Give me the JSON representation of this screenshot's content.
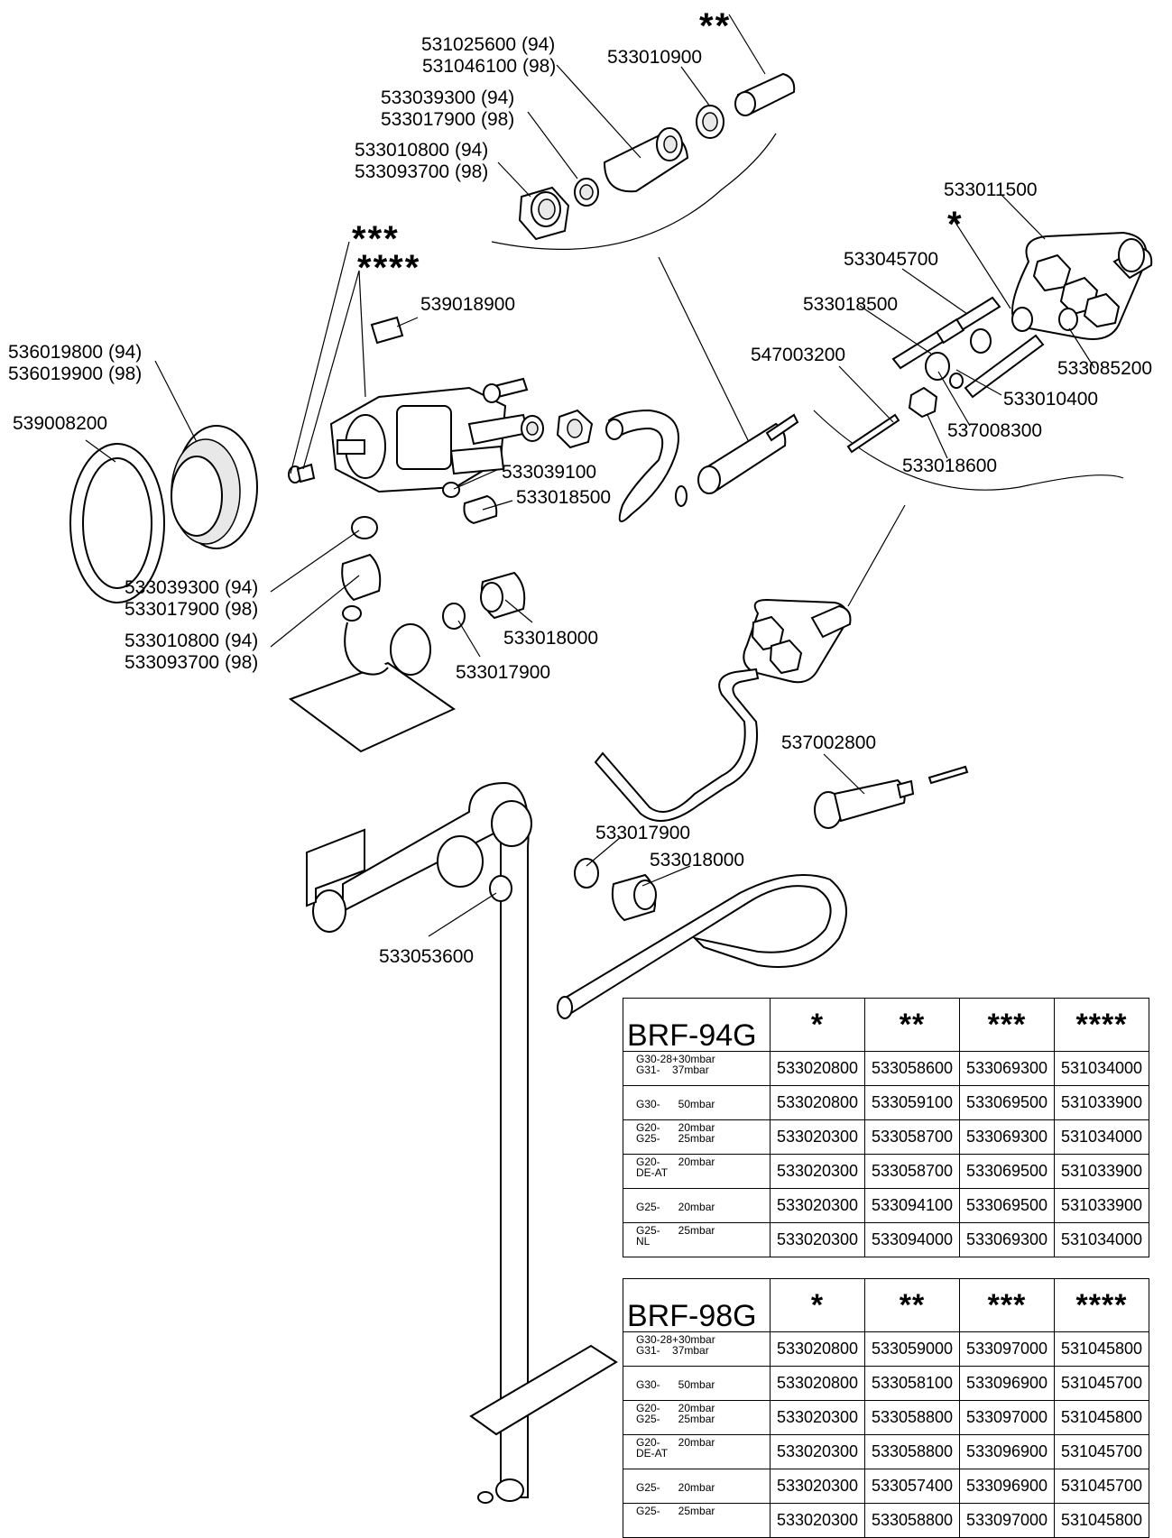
{
  "labels": {
    "p531025600": "531025600 (94)",
    "p531046100": "531046100 (98)",
    "p533010900": "533010900",
    "p533039300a": "533039300 (94)",
    "p533017900a": "533017900 (98)",
    "p533010800a": "533010800 (94)",
    "p533093700a": "533093700 (98)",
    "p533011500": "533011500",
    "p533045700": "533045700",
    "p533018500a": "533018500",
    "p547003200": "547003200",
    "p533085200": "533085200",
    "p533010400": "533010400",
    "p537008300": "537008300",
    "p533018600": "533018600",
    "p539018900": "539018900",
    "p536019800": "536019800 (94)",
    "p536019900": "536019900 (98)",
    "p539008200": "539008200",
    "p533039100": "533039100",
    "p533018500b": "533018500",
    "p533039300b": "533039300 (94)",
    "p533017900b": "533017900 (98)",
    "p533010800b": "533010800 (94)",
    "p533093700b": "533093700 (98)",
    "p533018000a": "533018000",
    "p533017900c": "533017900",
    "p537002800": "537002800",
    "p533017900d": "533017900",
    "p533018000b": "533018000",
    "p533053600": "533053600"
  },
  "stars": {
    "s1": "*",
    "s2": "**",
    "s3": "***",
    "s4": "****"
  },
  "tables": [
    {
      "model": "BRF-94G",
      "headers": [
        "*",
        "**",
        "***",
        "****"
      ],
      "rows": [
        {
          "gas_line1": "G30-28+30mbar",
          "gas_line2": "G31-    37mbar",
          "values": [
            "533020800",
            "533058600",
            "533069300",
            "531034000"
          ]
        },
        {
          "gas_line1": "",
          "gas_line2": "G30-      50mbar",
          "values": [
            "533020800",
            "533059100",
            "533069500",
            "531033900"
          ]
        },
        {
          "gas_line1": "G20-      20mbar",
          "gas_line2": "G25-      25mbar",
          "values": [
            "533020300",
            "533058700",
            "533069300",
            "531034000"
          ]
        },
        {
          "gas_line1": "G20-      20mbar",
          "gas_line2": "DE-AT",
          "values": [
            "533020300",
            "533058700",
            "533069500",
            "531033900"
          ]
        },
        {
          "gas_line1": "",
          "gas_line2": "G25-      20mbar",
          "values": [
            "533020300",
            "533094100",
            "533069500",
            "531033900"
          ]
        },
        {
          "gas_line1": "G25-      25mbar",
          "gas_line2": "NL",
          "values": [
            "533020300",
            "533094000",
            "533069300",
            "531034000"
          ]
        }
      ]
    },
    {
      "model": "BRF-98G",
      "headers": [
        "*",
        "**",
        "***",
        "****"
      ],
      "rows": [
        {
          "gas_line1": "G30-28+30mbar",
          "gas_line2": "G31-    37mbar",
          "values": [
            "533020800",
            "533059000",
            "533097000",
            "531045800"
          ]
        },
        {
          "gas_line1": "",
          "gas_line2": "G30-      50mbar",
          "values": [
            "533020800",
            "533058100",
            "533096900",
            "531045700"
          ]
        },
        {
          "gas_line1": "G20-      20mbar",
          "gas_line2": "G25-      25mbar",
          "values": [
            "533020300",
            "533058800",
            "533097000",
            "531045800"
          ]
        },
        {
          "gas_line1": "G20-      20mbar",
          "gas_line2": "DE-AT",
          "values": [
            "533020300",
            "533058800",
            "533096900",
            "531045700"
          ]
        },
        {
          "gas_line1": "",
          "gas_line2": "G25-      20mbar",
          "values": [
            "533020300",
            "533057400",
            "533096900",
            "531045700"
          ]
        },
        {
          "gas_line1": "G25-      25mbar",
          "gas_line2": "",
          "values": [
            "533020300",
            "533058800",
            "533097000",
            "531045800"
          ]
        }
      ]
    }
  ]
}
